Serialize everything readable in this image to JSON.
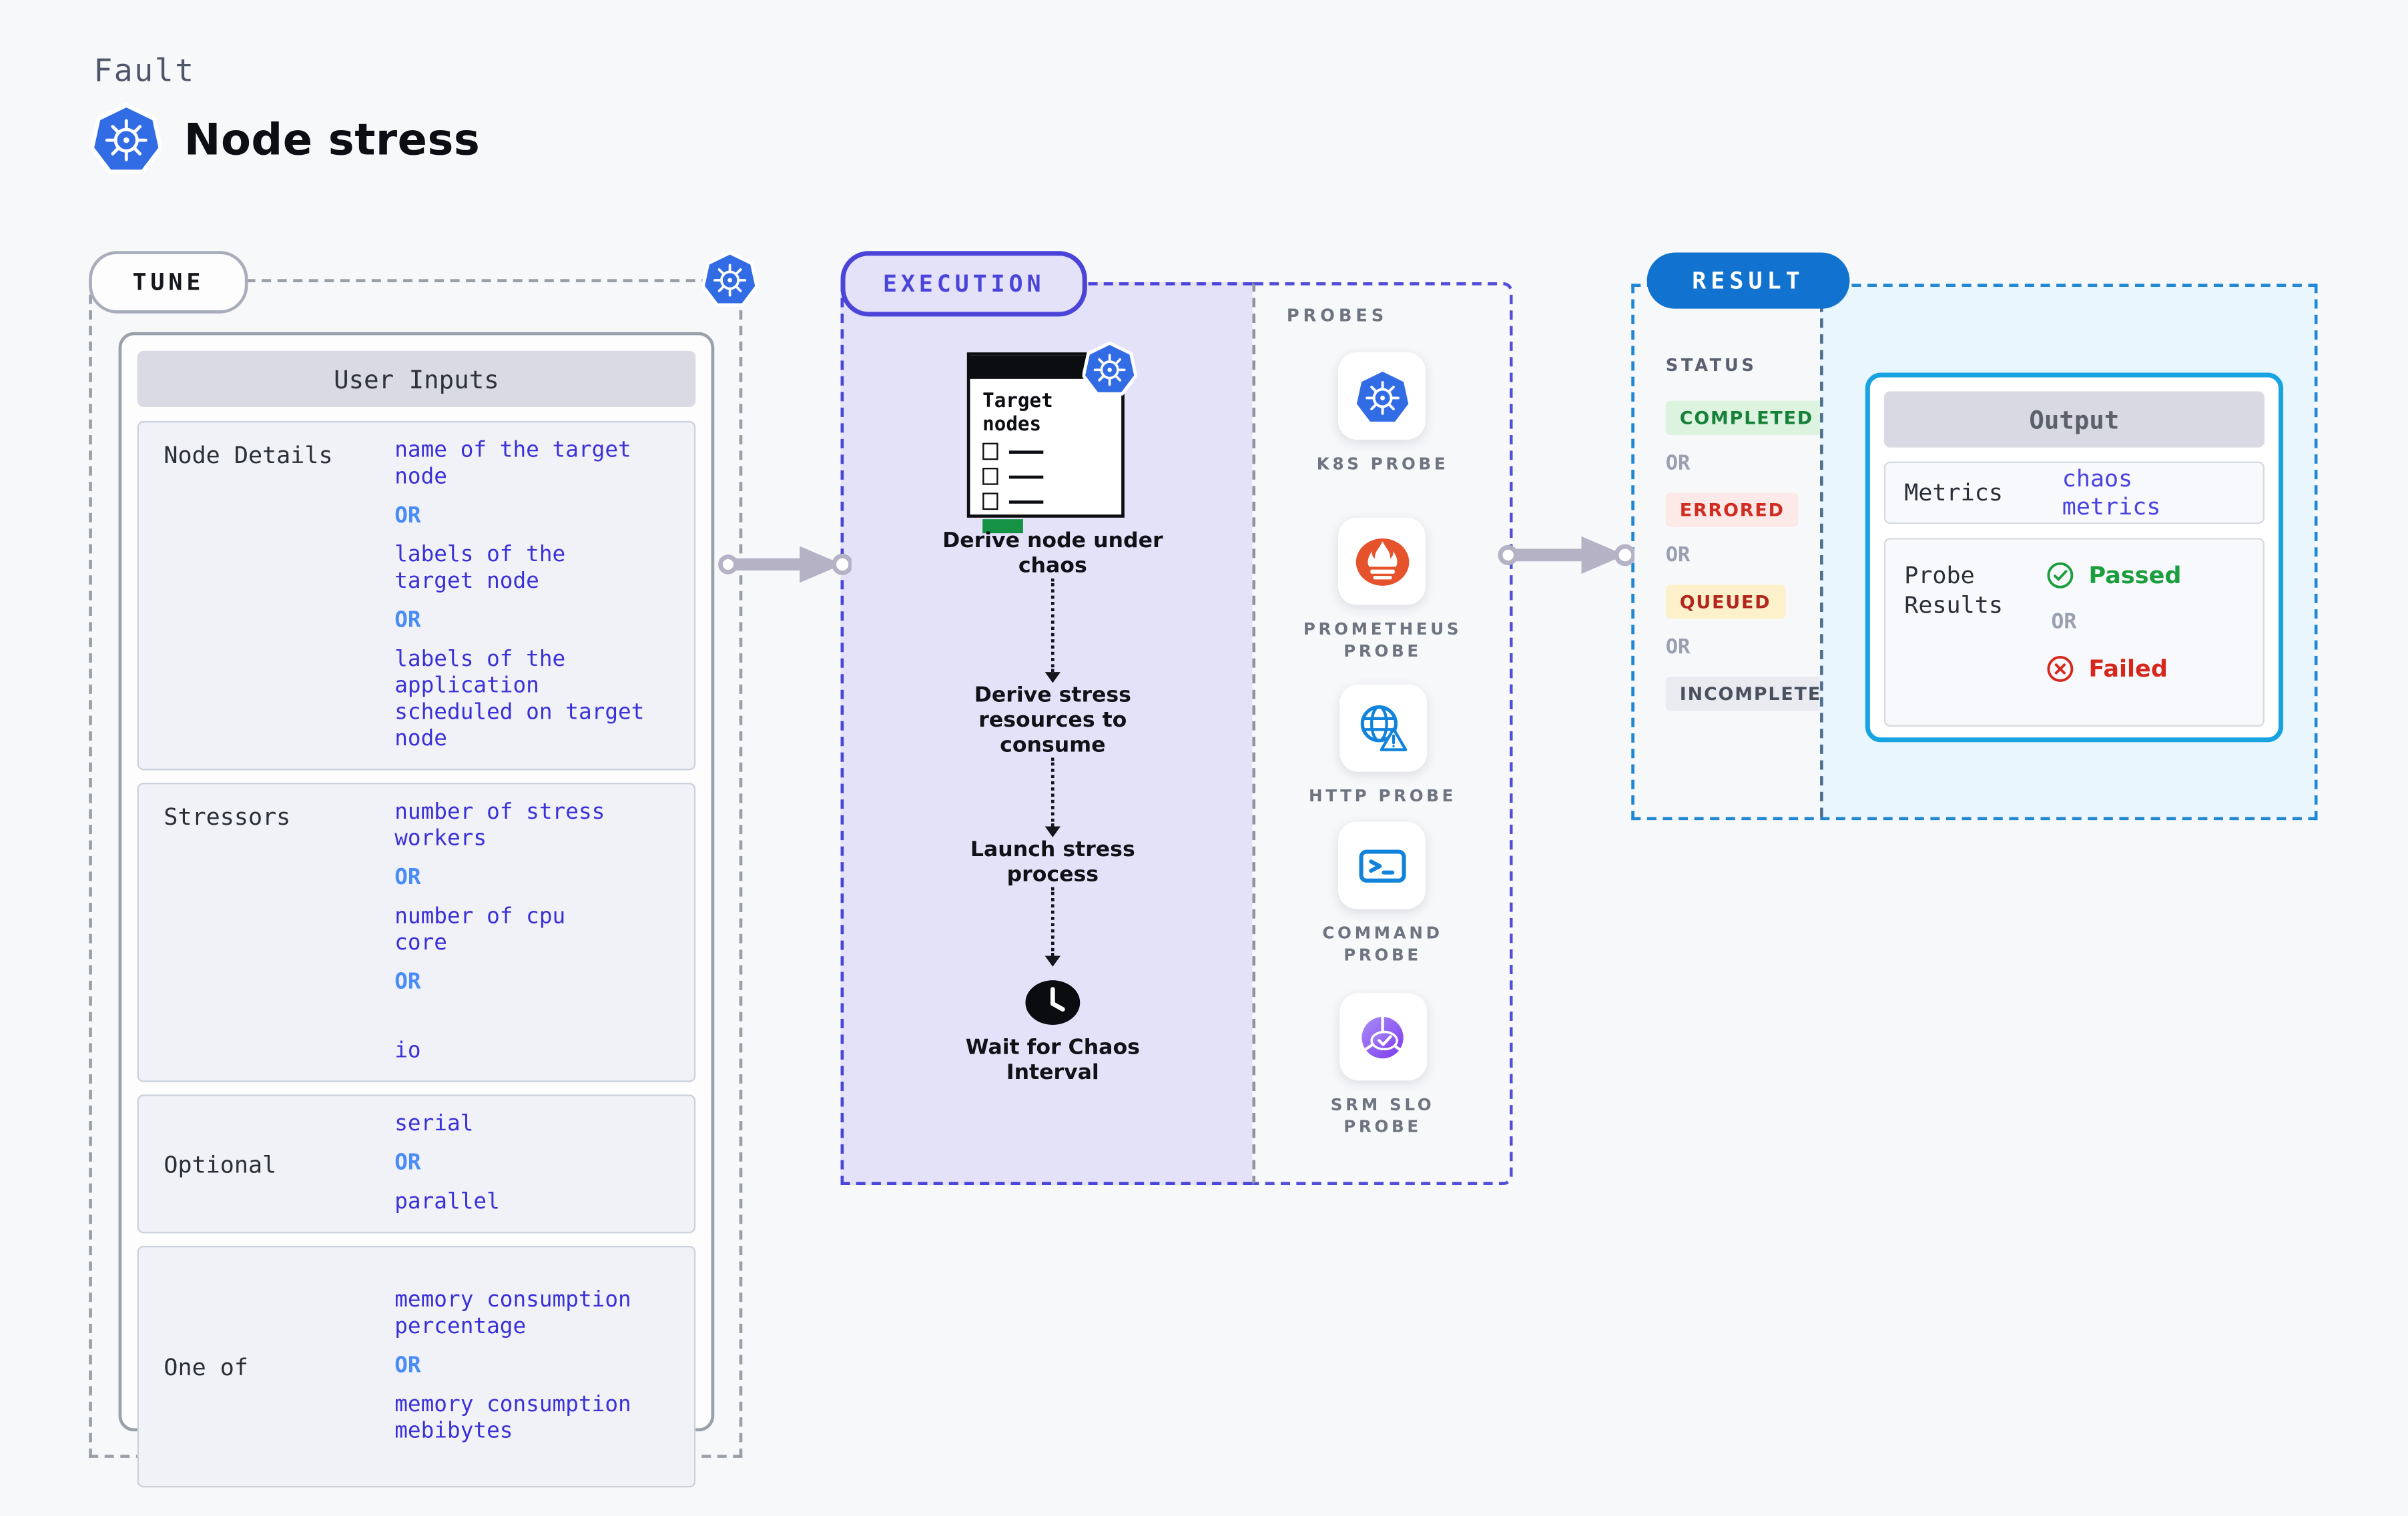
{
  "header": {
    "eyebrow": "Fault",
    "title": "Node stress"
  },
  "tune": {
    "pill": "TUNE",
    "table_title": "User Inputs",
    "rows": [
      {
        "label": "Node Details",
        "center": false,
        "tall": false,
        "items": [
          {
            "type": "value",
            "text": "name of the target\nnode"
          },
          {
            "type": "or",
            "text": "OR"
          },
          {
            "type": "value",
            "text": "labels of the\ntarget node"
          },
          {
            "type": "or",
            "text": "OR"
          },
          {
            "type": "value",
            "text": "labels of the application\n scheduled on target node"
          }
        ]
      },
      {
        "label": "Stressors",
        "center": false,
        "tall": false,
        "items": [
          {
            "type": "value",
            "text": "number of stress\nworkers"
          },
          {
            "type": "or",
            "text": "OR"
          },
          {
            "type": "value",
            "text": "number of cpu\ncore"
          },
          {
            "type": "or",
            "text": "OR"
          },
          {
            "type": "value",
            "text": "io",
            "gap": true
          }
        ]
      },
      {
        "label": "Optional",
        "center": true,
        "tall": false,
        "items": [
          {
            "type": "value",
            "text": "serial"
          },
          {
            "type": "or",
            "text": "OR"
          },
          {
            "type": "value",
            "text": "parallel"
          }
        ]
      },
      {
        "label": "One of",
        "center": true,
        "tall": true,
        "items": [
          {
            "type": "value",
            "text": "memory consumption\npercentage"
          },
          {
            "type": "or",
            "text": "OR"
          },
          {
            "type": "value",
            "text": "memory consumption\nmebibytes"
          }
        ]
      }
    ]
  },
  "execution": {
    "pill": "EXECUTION",
    "target_card": {
      "title": "Target\nnodes",
      "checkbox_rows": 3
    },
    "steps": [
      "Derive node under\nchaos",
      "Derive stress\nresources to\nconsume",
      "Launch stress\nprocess"
    ],
    "wait_label": "Wait for Chaos\nInterval"
  },
  "probes": {
    "title": "PROBES",
    "items": [
      {
        "id": "k8s",
        "icon_name": "kubernetes-icon",
        "label": "K8S PROBE"
      },
      {
        "id": "prometheus",
        "icon_name": "prometheus-icon",
        "label": "PROMETHEUS\nPROBE"
      },
      {
        "id": "http",
        "icon_name": "http-globe-warning-icon",
        "label": "HTTP PROBE"
      },
      {
        "id": "command",
        "icon_name": "command-terminal-icon",
        "label": "COMMAND\nPROBE"
      },
      {
        "id": "srm",
        "icon_name": "srm-slo-donut-check-icon",
        "label": "SRM SLO\nPROBE"
      }
    ]
  },
  "result": {
    "pill": "RESULT",
    "status_title": "STATUS",
    "or": "OR",
    "statuses": [
      {
        "label": "COMPLETED",
        "fg": "#17813a",
        "bg": "#dcf3df"
      },
      {
        "label": "ERRORED",
        "fg": "#d02c20",
        "bg": "#fce9e8"
      },
      {
        "label": "QUEUED",
        "fg": "#b3261e",
        "bg": "#fdf1cc"
      },
      {
        "label": "INCOMPLETED",
        "fg": "#49505e",
        "bg": "#e9ebf1"
      }
    ],
    "output": {
      "title": "Output",
      "metrics_label": "Metrics",
      "metrics_value": "chaos metrics",
      "probe_results_label": "Probe\nResults",
      "passed": "Passed",
      "or": "OR",
      "failed": "Failed"
    }
  },
  "colors": {
    "k8s_blue": "#326ce5",
    "prometheus_orange": "#e6522c",
    "probe_icon_blue": "#1283da",
    "srm_purple": "#7c3aed",
    "execution_accent": "#4b44d9",
    "result_accent": "#1173cf",
    "result_dashed": "#1f87d4",
    "value_indigo": "#3b31d8",
    "or_blue": "#4a8cf5",
    "passed_green": "#1b9e3e",
    "failed_red": "#d7271d",
    "connector_gray": "#b4b2c4",
    "target_green": "#169245"
  }
}
